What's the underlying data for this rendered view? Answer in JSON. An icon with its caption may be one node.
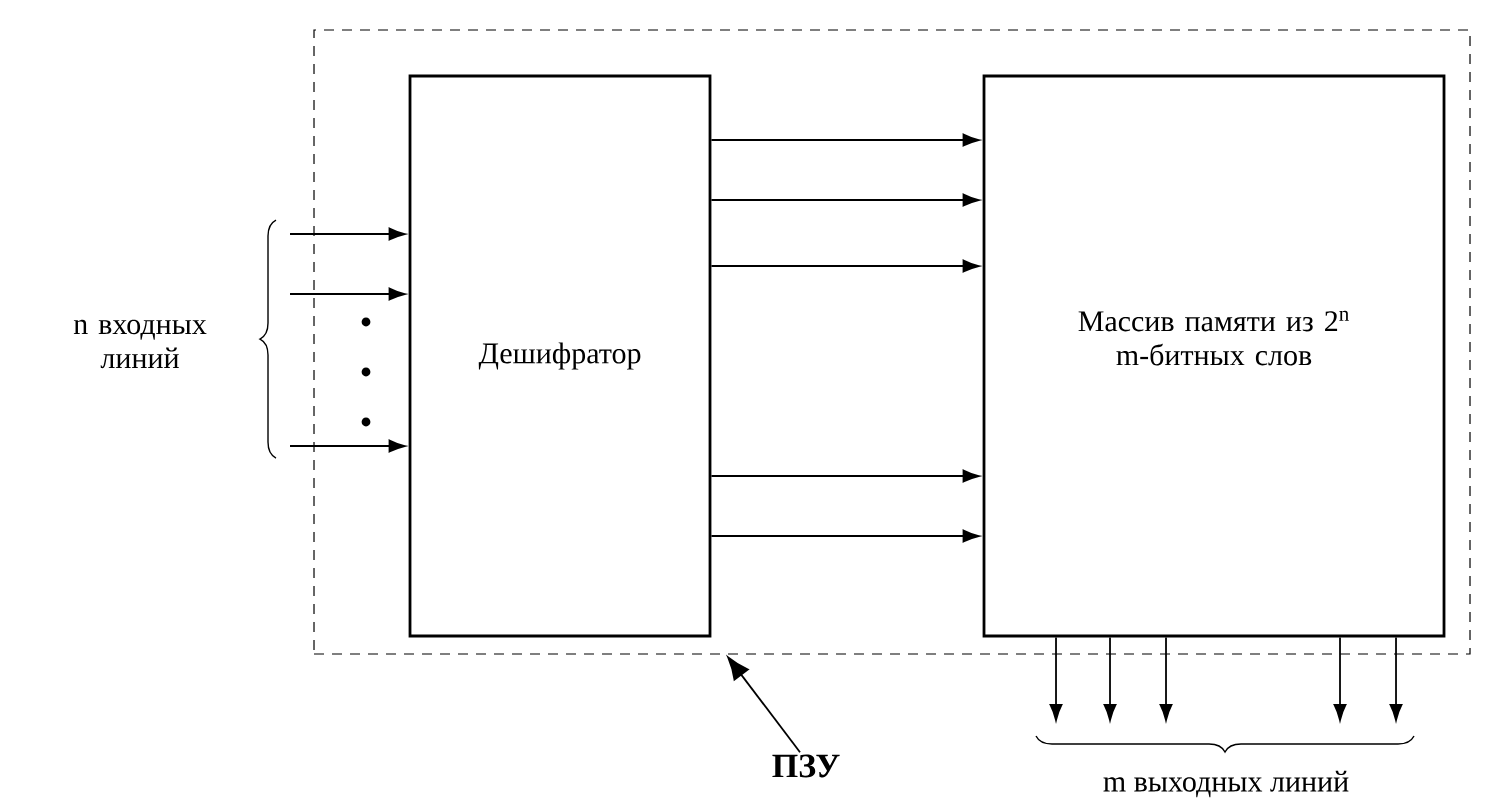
{
  "diagram": {
    "nodes": [
      {
        "text": [],
        "shape": "box"
      },
      {
        "text": [
          "Дешифратор"
        ],
        "in": 0
      },
      {
        "text": [
          "Массив памяти из 2$^{n}$ m-битных слов"
        ],
        "in": 0
      },
      {
        "text": [
          "ПЗУ"
        ]
      }
    ],
    "edges": [
      {
        "from": null,
        "to": 1,
        "arrow": "to"
      },
      {
        "from": null,
        "to": 1,
        "arrow": "to"
      },
      {
        "from": null,
        "to": 1,
        "arrow": "to"
      },
      {
        "from": 1,
        "to": 2,
        "arrow": "to"
      },
      {
        "from": 1,
        "to": 2,
        "arrow": "to"
      },
      {
        "from": 1,
        "to": 2,
        "arrow": "to"
      },
      {
        "from": 1,
        "to": 2,
        "arrow": "to"
      },
      {
        "from": 1,
        "to": 2,
        "arrow": "to"
      },
      {
        "from": 2,
        "to": null,
        "arrow": "to"
      },
      {
        "from": 2,
        "to": null,
        "arrow": "to"
      },
      {
        "from": 2,
        "to": null,
        "arrow": "to"
      },
      {
        "from": 2,
        "to": null,
        "arrow": "to"
      },
      {
        "from": 2,
        "to": null,
        "arrow": "to"
      },
      {
        "from": 3,
        "to": 0,
        "arrow": "to"
      }
    ],
    "labels": [
      "n входных линий",
      "m выходных линий"
    ]
  }
}
